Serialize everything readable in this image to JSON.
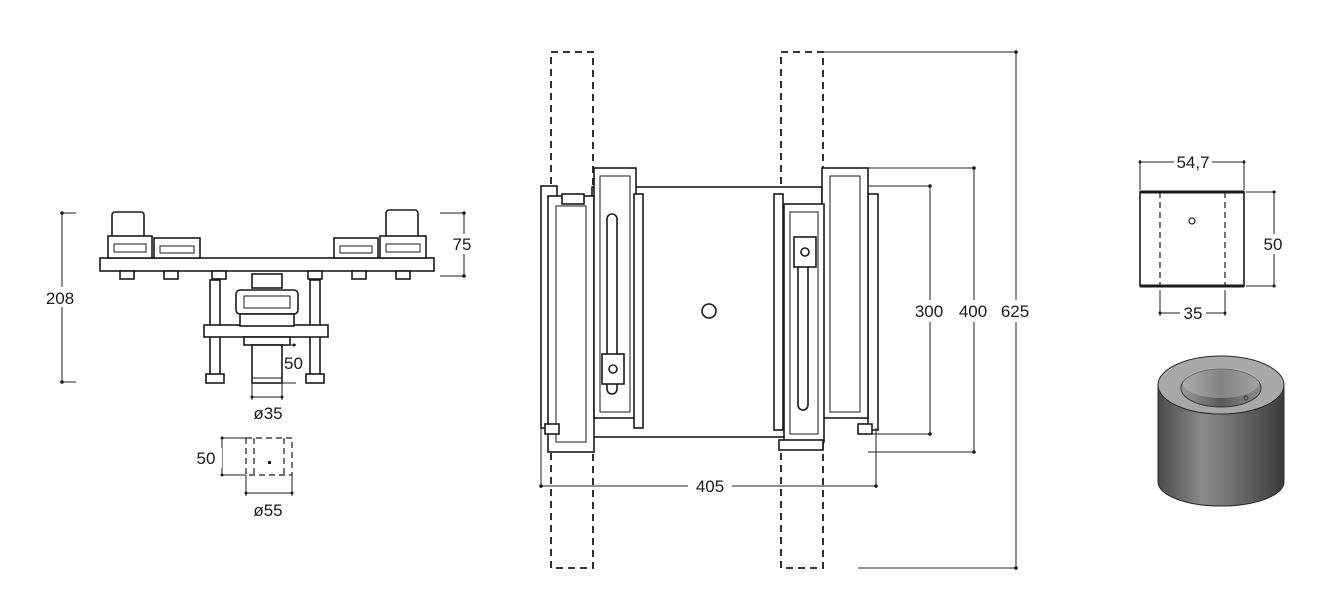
{
  "dimensions": {
    "side_height": "208",
    "side_top_height": "75",
    "shaft_length": "50",
    "shaft_diameter": "ø35",
    "sleeve_height": "50",
    "sleeve_diameter": "ø55",
    "front_width": "405",
    "front_inner_height": "300",
    "front_mid_height": "400",
    "front_total_height": "625",
    "bushing_outer_diameter": "54,7",
    "bushing_height": "50",
    "bushing_inner_diameter": "35"
  },
  "colors": {
    "line": "#1a1a1a",
    "bushing_body": "#6b6b6b",
    "bushing_highlight": "#9a9a9a"
  }
}
